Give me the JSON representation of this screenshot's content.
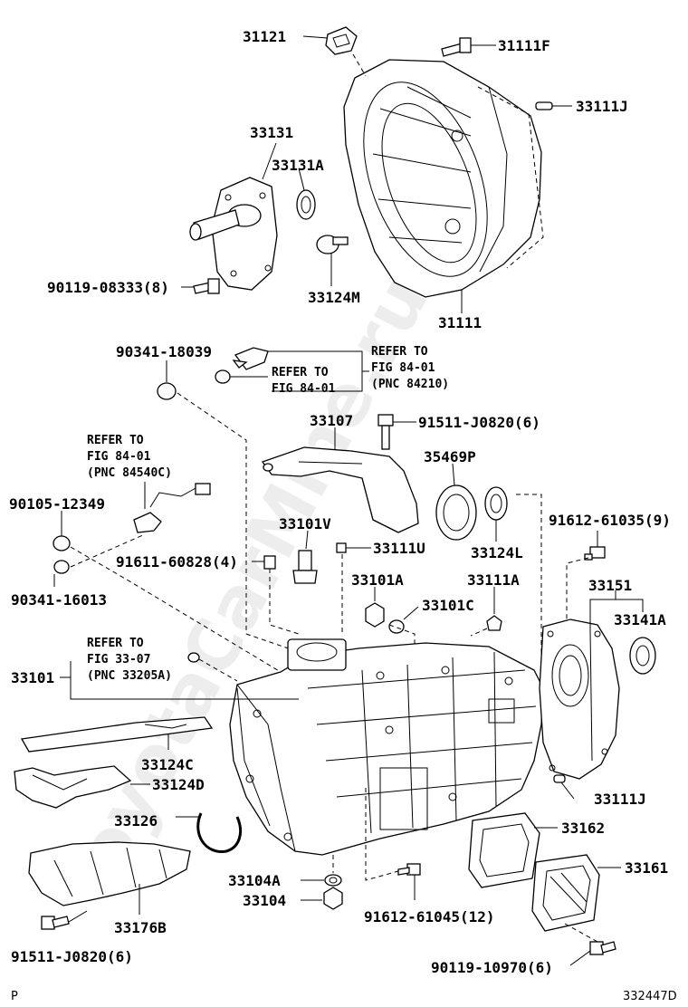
{
  "diagram": {
    "corner_left": "P",
    "corner_right": "332447D",
    "labels": {
      "p31121": "31121",
      "p31111F": "31111F",
      "p33111J_top": "33111J",
      "p33131": "33131",
      "p33131A": "33131A",
      "p90119_08333": "90119-08333(8)",
      "p33124M": "33124M",
      "p31111": "31111",
      "p90341_18039": "90341-18039",
      "p33107": "33107",
      "p91511_J0820_top": "91511-J0820(6)",
      "p35469P": "35469P",
      "p33124L": "33124L",
      "p91612_61035": "91612-61035(9)",
      "p90105_12349": "90105-12349",
      "p33101V": "33101V",
      "p33111U": "33111U",
      "p91611_60828": "91611-60828(4)",
      "p90341_16013": "90341-16013",
      "p33101A": "33101A",
      "p33111A": "33111A",
      "p33151": "33151",
      "p33101C": "33101C",
      "p33141A": "33141A",
      "p33101": "33101",
      "p33124C": "33124C",
      "p33124D": "33124D",
      "p33111J_bot": "33111J",
      "p33126": "33126",
      "p33162": "33162",
      "p33161": "33161",
      "p33104A": "33104A",
      "p33104": "33104",
      "p33176B": "33176B",
      "p91612_61045": "91612-61045(12)",
      "p91511_J0820_bot": "91511-J0820(6)",
      "p90119_10970": "90119-10970(6)"
    },
    "notes": {
      "refer1": [
        "REFER TO",
        "FIG 84-01",
        "(PNC 84210)"
      ],
      "refer2": [
        "REFER TO",
        "FIG 84-01"
      ],
      "refer3": [
        "REFER TO",
        "FIG 84-01",
        "(PNC 84540C)"
      ],
      "refer4": [
        "REFER TO",
        "FIG 33-07",
        "(PNC 33205A)"
      ]
    },
    "watermark": "ToyotaCarMine.ru"
  }
}
